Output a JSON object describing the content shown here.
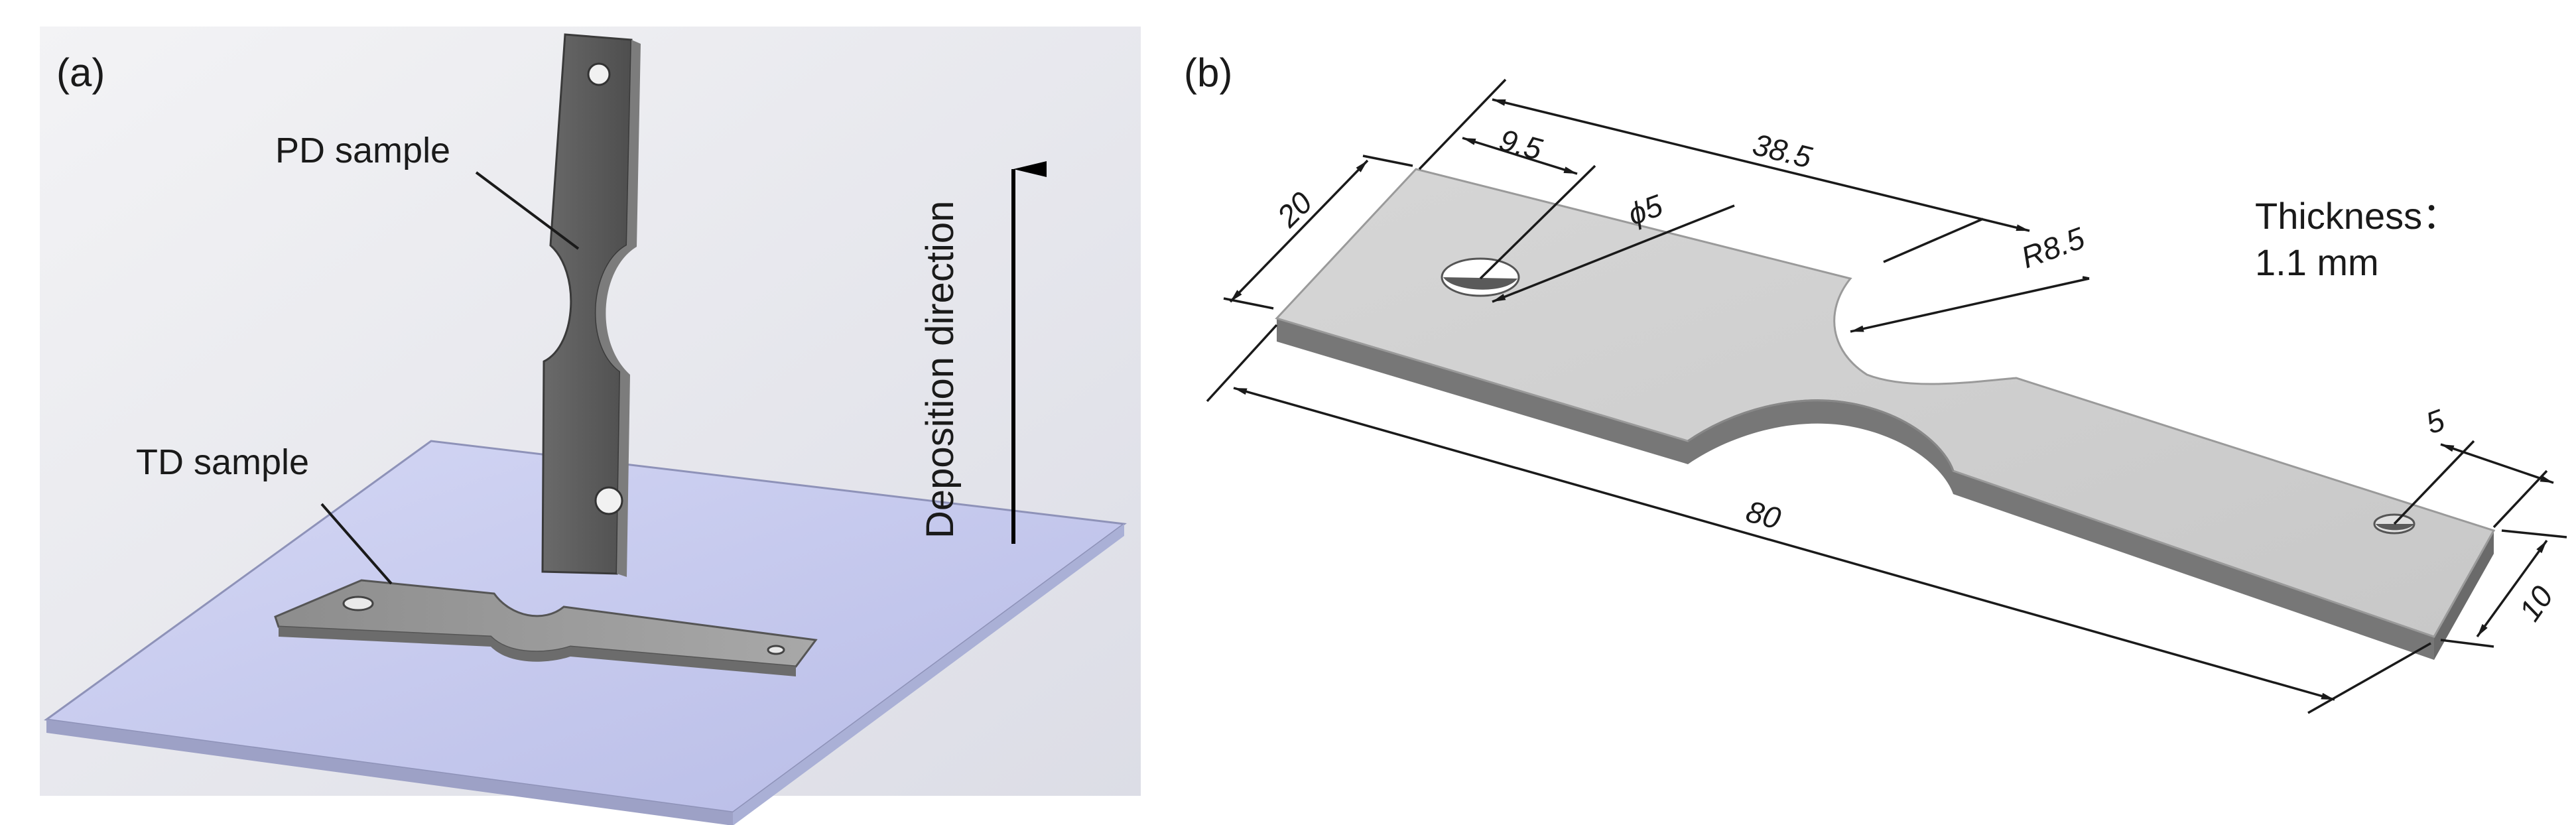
{
  "panel_a": {
    "tag": "(a)",
    "pd_label": "PD sample",
    "td_label": "TD sample",
    "direction_label": "Deposition direction"
  },
  "panel_b": {
    "tag": "(b)",
    "thickness_line1": "Thickness：",
    "thickness_line2": "1.1 mm",
    "dims": {
      "width": "20",
      "hole_offset": "9.5",
      "neck_offset": "38.5",
      "hole_diameter": "ϕ5",
      "radius": "R8.5",
      "length": "80",
      "small_hole_offset": "5",
      "end_width": "10"
    }
  },
  "colors": {
    "substrate_top": "#c9cdf0",
    "sample_dark": "#5c5c5c",
    "sample_light": "#c9c9c9",
    "sample_edge": "#7d7d7d"
  }
}
